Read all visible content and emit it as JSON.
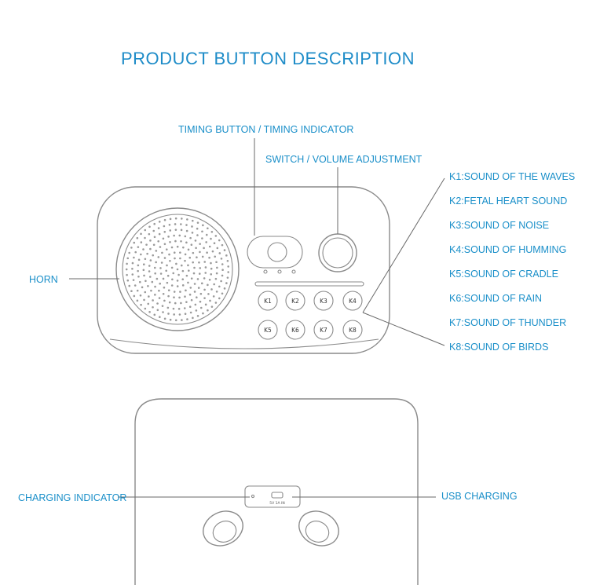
{
  "title": "PRODUCT BUTTON DESCRIPTION",
  "labels": {
    "timing": "TIMING BUTTON / TIMING INDICATOR",
    "switch": "SWITCH / VOLUME ADJUSTMENT",
    "horn": "HORN",
    "charging_indicator": "CHARGING INDICATOR",
    "usb_charging": "USB CHARGING",
    "usb_port_text": "5V 1A IN"
  },
  "keys": [
    "K1",
    "K2",
    "K3",
    "K4",
    "K5",
    "K6",
    "K7",
    "K8"
  ],
  "sounds": [
    "K1:SOUND OF THE WAVES",
    "K2:FETAL HEART SOUND",
    "K3:SOUND OF NOISE",
    "K4:SOUND OF HUMMING",
    "K5:SOUND OF CRADLE",
    "K6:SOUND OF RAIN",
    "K7:SOUND OF THUNDER",
    "K8:SOUND OF BIRDS"
  ],
  "colors": {
    "accent": "#1a8fc9",
    "outline": "#8a8a8a"
  }
}
